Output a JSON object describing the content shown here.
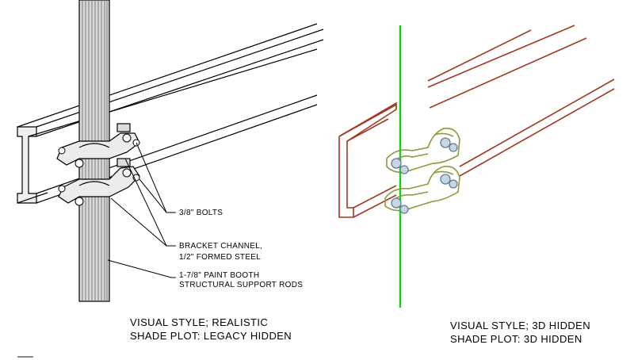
{
  "left_view": {
    "callouts": {
      "bolts": "3/8\" BOLTS",
      "bracket_line1": "BRACKET CHANNEL,",
      "bracket_line2": "1/2\" FORMED STEEL",
      "rods_line1": "1-7/8\" PAINT BOOTH",
      "rods_line2": "STRUCTURAL SUPPORT RODS"
    },
    "caption_line1": "VISUAL STYLE; REALISTIC",
    "caption_line2": "SHADE PLOT: LEGACY HIDDEN"
  },
  "right_view": {
    "caption_line1": "VISUAL STYLE; 3D HIDDEN",
    "caption_line2": "SHADE PLOT: 3D HIDDEN"
  },
  "colors": {
    "beam_right": "#a0391f",
    "bracket_right": "#8d9a3c",
    "bolt_right": "#5f7d95",
    "rod_right": "#10d010",
    "ink": "#000000"
  }
}
